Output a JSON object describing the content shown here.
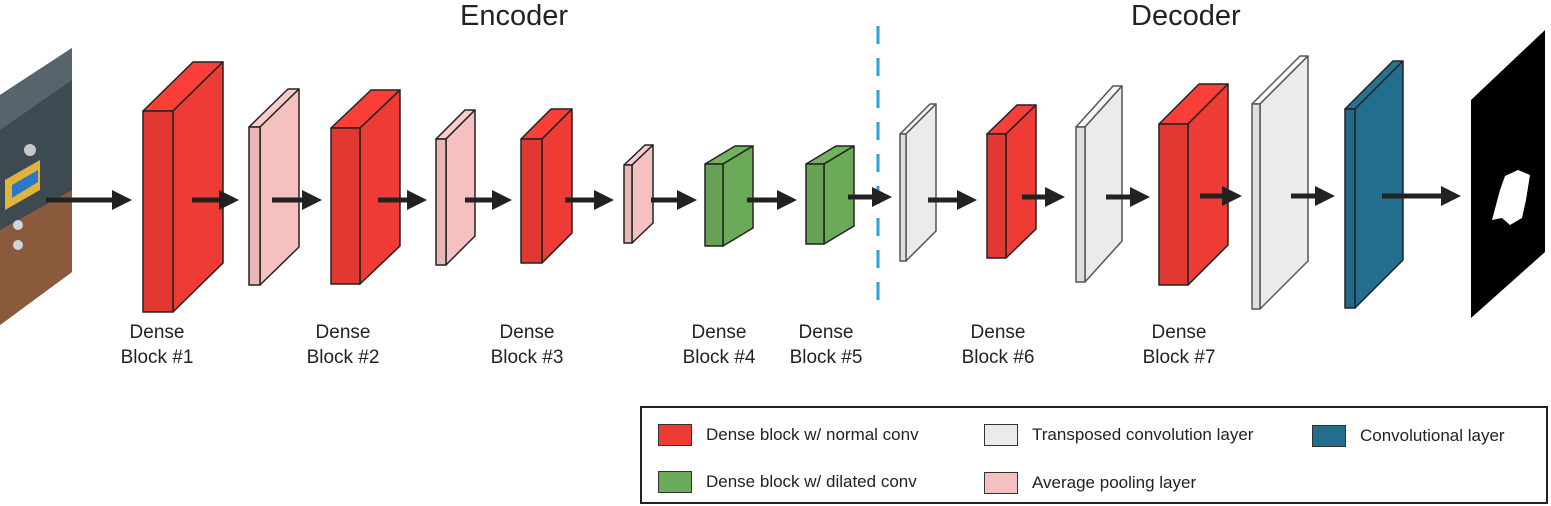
{
  "titles": {
    "encoder": "Encoder",
    "decoder": "Decoder"
  },
  "blocks": [
    {
      "line1": "Dense",
      "line2": "Block #1"
    },
    {
      "line1": "Dense",
      "line2": "Block #2"
    },
    {
      "line1": "Dense",
      "line2": "Block #3"
    },
    {
      "line1": "Dense",
      "line2": "Block #4"
    },
    {
      "line1": "Dense",
      "line2": "Block #5"
    },
    {
      "line1": "Dense",
      "line2": "Block #6"
    },
    {
      "line1": "Dense",
      "line2": "Block #7"
    }
  ],
  "legend": {
    "dense_normal": "Dense block w/ normal conv",
    "dense_dilated": "Dense block w/ dilated conv",
    "transposed": "Transposed convolution layer",
    "avg_pool": "Average pooling layer",
    "conv": "Convolutional layer"
  },
  "colors": {
    "dense_normal": "#ee3b35",
    "dense_dilated": "#6aaa58",
    "transposed": "#eaebed",
    "avg_pool": "#f4c1c0",
    "conv": "#236e8e",
    "divider": "#2aa6d8",
    "arrow": "#222222"
  }
}
